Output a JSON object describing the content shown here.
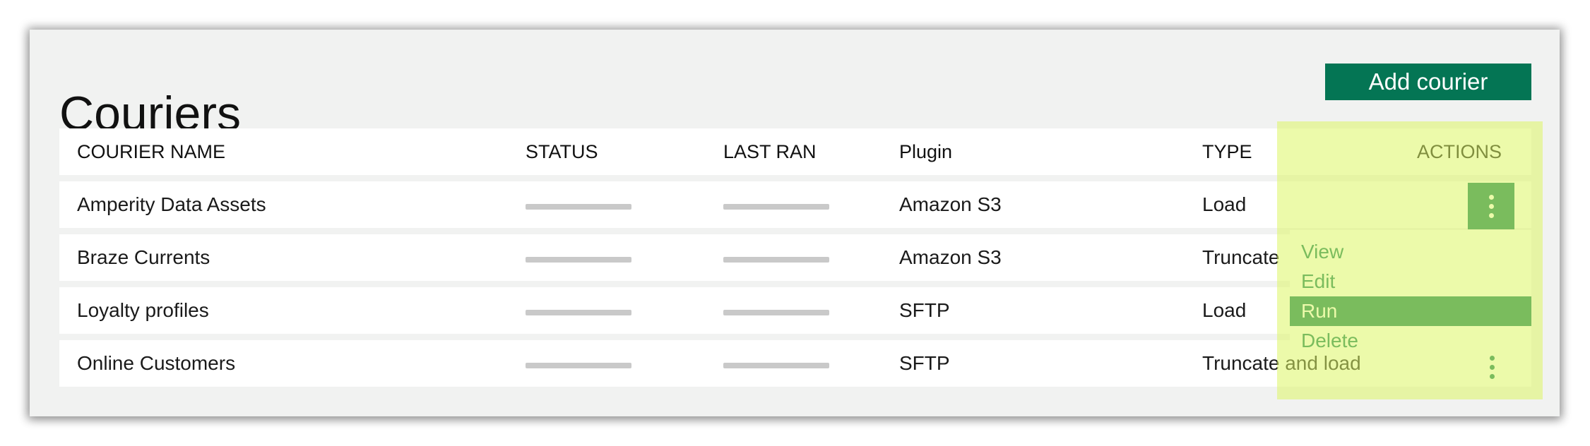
{
  "page": {
    "title": "Couriers"
  },
  "header": {
    "add_label": "Add courier"
  },
  "table": {
    "columns": [
      "COURIER NAME",
      "STATUS",
      "LAST RAN",
      "Plugin",
      "TYPE",
      "ACTIONS"
    ],
    "rows": [
      {
        "name": "Amperity Data Assets",
        "plugin": "Amazon S3",
        "type": "Load"
      },
      {
        "name": "Braze Currents",
        "plugin": "Amazon S3",
        "type": "Truncate"
      },
      {
        "name": "Loyalty profiles",
        "plugin": "SFTP",
        "type": "Load"
      },
      {
        "name": "Online Customers",
        "plugin": "SFTP",
        "type": "Truncate and load"
      }
    ]
  },
  "actions_menu": {
    "items": [
      "View",
      "Edit",
      "Run",
      "Delete"
    ],
    "highlighted": "Run"
  },
  "icons": {
    "row_actions": "more-vertical-icon"
  },
  "colors": {
    "accent": "#047554",
    "highlight": "#ddf564"
  }
}
